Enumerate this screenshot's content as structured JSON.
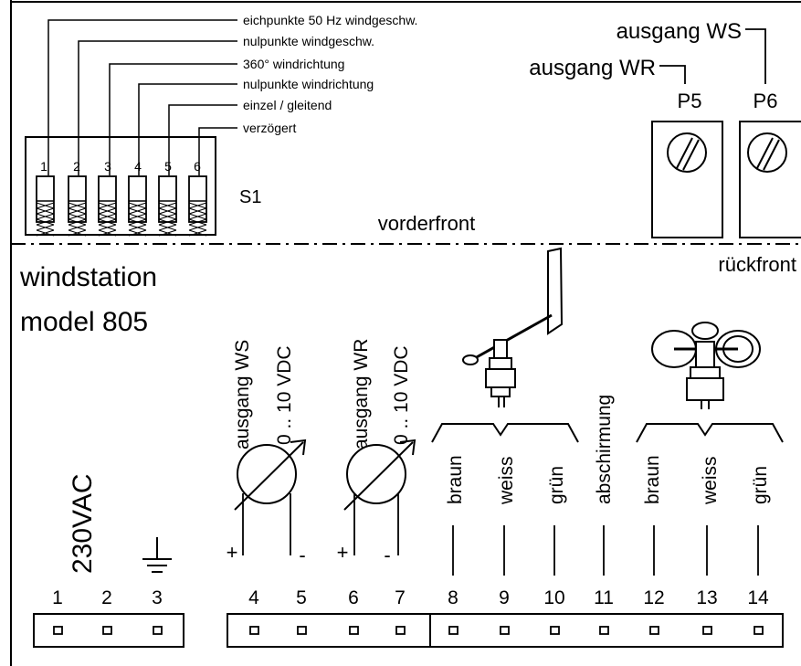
{
  "dip_switch": {
    "label": "S1",
    "positions": [
      "1",
      "2",
      "3",
      "4",
      "5",
      "6"
    ],
    "functions": [
      "eichpunkte 50 Hz windgeschw.",
      "nulpunkte windgeschw.",
      "360° windrichtung",
      "nulpunkte windrichtung",
      "einzel / gleitend",
      "verzögert"
    ]
  },
  "potentiometers": {
    "ws_label": "ausgang WS",
    "wr_label": "ausgang WR",
    "p5": "P5",
    "p6": "P6"
  },
  "front": {
    "vorderfront": "vorderfront",
    "rueckfront": "rückfront"
  },
  "title": {
    "line1": "windstation",
    "line2": "model 805"
  },
  "power": {
    "label": "230VAC"
  },
  "outputs": {
    "ws_line1": "ausgang WS",
    "ws_line2": "0 .. 10 VDC",
    "wr_line1": "ausgang WR",
    "wr_line2": "0 .. 10 VDC",
    "plus": "+",
    "minus": "-"
  },
  "wires": {
    "vane": [
      "braun",
      "weiss",
      "grün"
    ],
    "shield": "abschirmung",
    "anemometer": [
      "braun",
      "weiss",
      "grün"
    ]
  },
  "terminals": [
    "1",
    "2",
    "3",
    "4",
    "5",
    "6",
    "7",
    "8",
    "9",
    "10",
    "11",
    "12",
    "13",
    "14"
  ]
}
